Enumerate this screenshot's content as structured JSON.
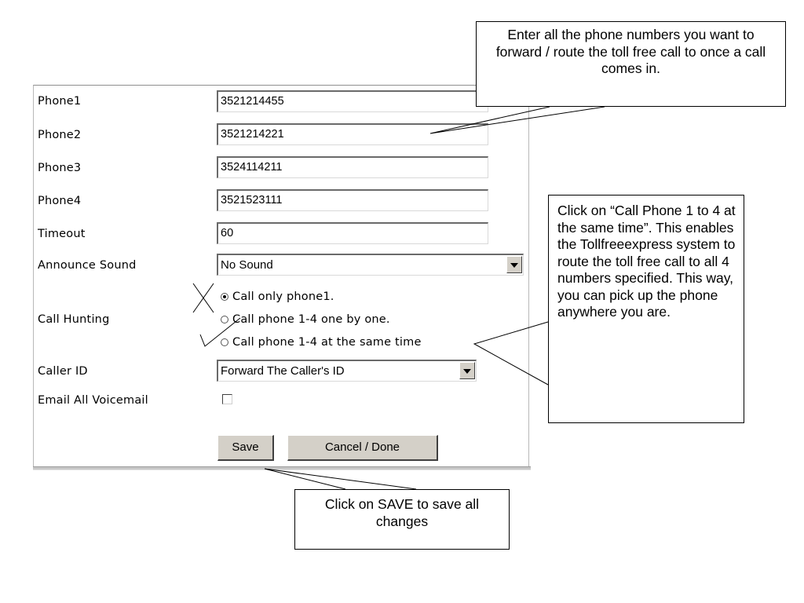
{
  "form": {
    "phone1": {
      "label": "Phone1",
      "value": "3521214455"
    },
    "phone2": {
      "label": "Phone2",
      "value": "3521214221"
    },
    "phone3": {
      "label": "Phone3",
      "value": "3524114211"
    },
    "phone4": {
      "label": "Phone4",
      "value": "3521523111"
    },
    "timeout": {
      "label": "Timeout",
      "value": "60"
    },
    "announce_sound": {
      "label": "Announce Sound",
      "selected": "No Sound"
    },
    "call_hunting": {
      "label": "Call Hunting",
      "options": [
        "Call only phone1.",
        "Call phone 1-4 one by one.",
        "Call phone 1-4 at the same time"
      ],
      "selected_index": 0
    },
    "caller_id": {
      "label": "Caller ID",
      "selected": "Forward The Caller's ID"
    },
    "email_all_voicemail": {
      "label": "Email All Voicemail",
      "checked": false
    },
    "buttons": {
      "save": "Save",
      "cancel": "Cancel / Done"
    }
  },
  "callouts": {
    "phone_numbers": "Enter all the phone numbers you want to forward / route the toll free call to once a call comes in.",
    "call_hunting": "Click on “Call Phone 1 to 4 at the same time”.  This enables the Tollfreeexpress system to route the toll free call to all 4 numbers specified. This way, you can pick up the phone anywhere you are.",
    "save": "Click on SAVE to save all changes"
  },
  "annotations": {
    "x_mark": "cross-mark-icon",
    "check_mark": "check-mark-icon"
  }
}
